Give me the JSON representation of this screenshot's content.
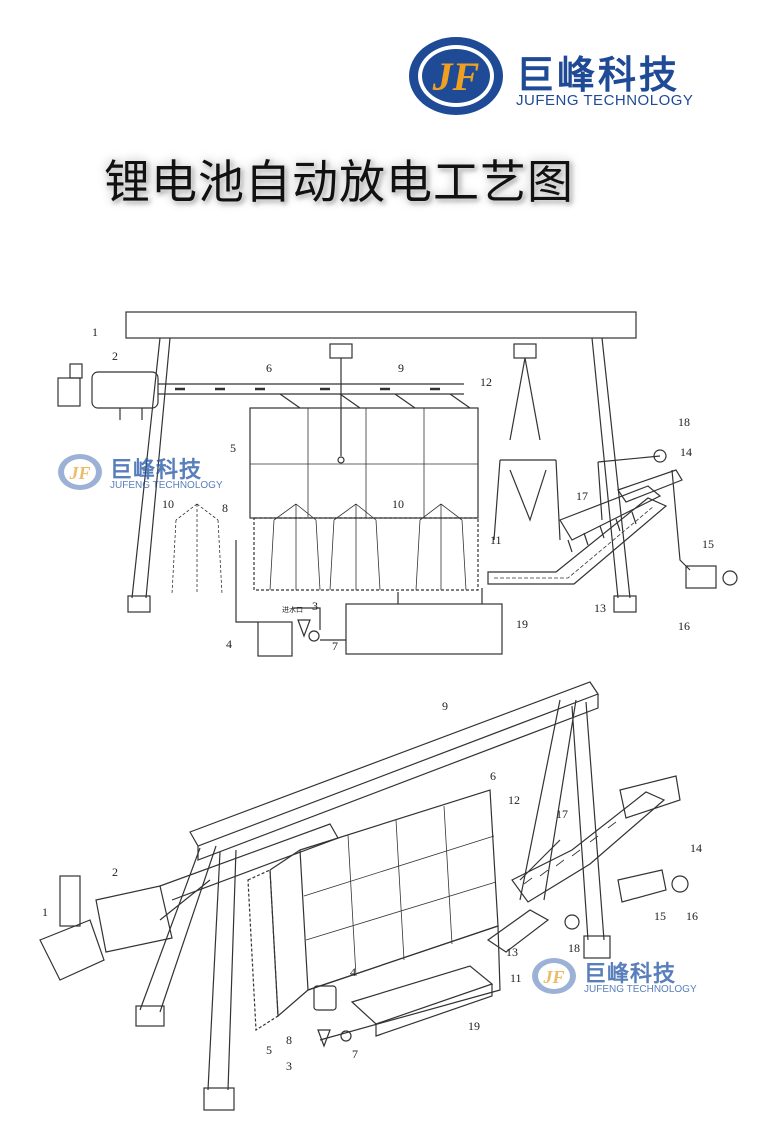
{
  "brand": {
    "name_cn": "巨峰科技",
    "name_en": "JUFENG TECHNOLOGY",
    "mark": "JF",
    "color": "#1f4a96"
  },
  "title": "锂电池自动放电工艺图",
  "watermark": {
    "name_cn": "巨峰科技",
    "name_en": "JUFENG TECHNOLOGY"
  },
  "diagram_2d": {
    "labels": [
      "1",
      "2",
      "3",
      "4",
      "5",
      "6",
      "7",
      "8",
      "9",
      "10",
      "10",
      "11",
      "12",
      "13",
      "14",
      "15",
      "16",
      "17",
      "18",
      "19"
    ],
    "inlet_text": "进水口"
  },
  "diagram_3d": {
    "labels": [
      "1",
      "2",
      "3",
      "4",
      "5",
      "6",
      "7",
      "8",
      "9",
      "11",
      "12",
      "13",
      "14",
      "15",
      "16",
      "17",
      "18",
      "19"
    ]
  }
}
